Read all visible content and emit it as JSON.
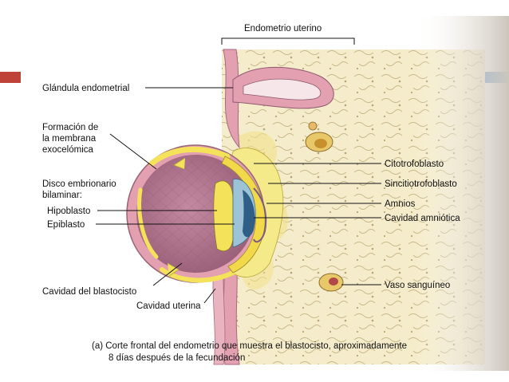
{
  "labels": {
    "endometrio_uterino": "Endometrio uterino",
    "glandula_endometrial": "Glándula endometrial",
    "formacion_line1": "Formación de",
    "formacion_line2": "la membrana",
    "formacion_line3": "exocelómica",
    "disco_line1": "Disco embrionario",
    "disco_line2": "bilaminar:",
    "hipoblasto": "Hipoblasto",
    "epiblasto": "Epiblasto",
    "cavidad_blastocisto": "Cavidad del blastocisto",
    "cavidad_uterina": "Cavidad uterina",
    "citotrofoblasto": "Citotrofoblasto",
    "sincitiotrofoblasto": "Sincitiotrofoblasto",
    "amnios": "Amnios",
    "cavidad_amniotica": "Cavidad amniótica",
    "vaso_sanguineo": "Vaso sanguíneo"
  },
  "caption": {
    "line1": "(a) Corte frontal del endometrio que muestra el blastocisto, aproximadamente",
    "line2": "8 días después de la fecundación"
  },
  "colors": {
    "slide_marker_left": "#c0433a",
    "slide_marker_right": "#3f7cc4",
    "endometrium": "#f5eccb",
    "epithelium_pink": "#e2a0b0",
    "blastocyst_cavity": "#b27890",
    "trophoblast_yellow": "#f3e25a",
    "epiblast": "#9cc3d6",
    "amniotic_cavity": "#2f5f86"
  }
}
